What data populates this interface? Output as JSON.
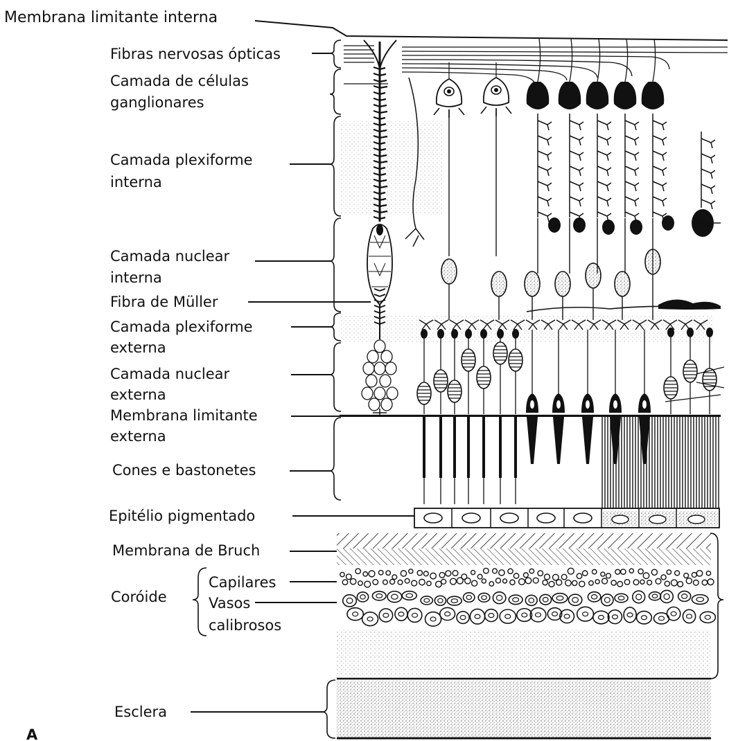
{
  "diagram": {
    "labels": {
      "membrana_limitante_interna": "Membrana limitante interna",
      "fibras_nervosas_opticas": "Fibras nervosas ópticas",
      "camada_celulas_ganglionares": [
        "Camada de células",
        "ganglionares"
      ],
      "camada_plexiforme_interna": [
        "Camada plexiforme",
        "interna"
      ],
      "camada_nuclear_interna": [
        "Camada nuclear",
        "interna"
      ],
      "fibra_de_muller": "Fibra de Müller",
      "camada_plexiforme_externa": [
        "Camada plexiforme",
        "externa"
      ],
      "camada_nuclear_externa": [
        "Camada nuclear",
        "externa"
      ],
      "membrana_limitante_externa": [
        "Membrana limitante",
        "externa"
      ],
      "cones_e_bastonetes": "Cones e bastonetes",
      "epitelio_pigmentado": "Epitélio pigmentado",
      "membrana_de_bruch": "Membrana de Bruch",
      "coroide": "Coróide",
      "capilares": "Capilares",
      "vasos_calibrosos": [
        "Vasos",
        "calibrosos"
      ],
      "esclera": "Esclera"
    },
    "panel_letter": "A"
  },
  "colors": {
    "ink": "#111111",
    "background": "#ffffff",
    "stipple": "#9a9a9a"
  }
}
